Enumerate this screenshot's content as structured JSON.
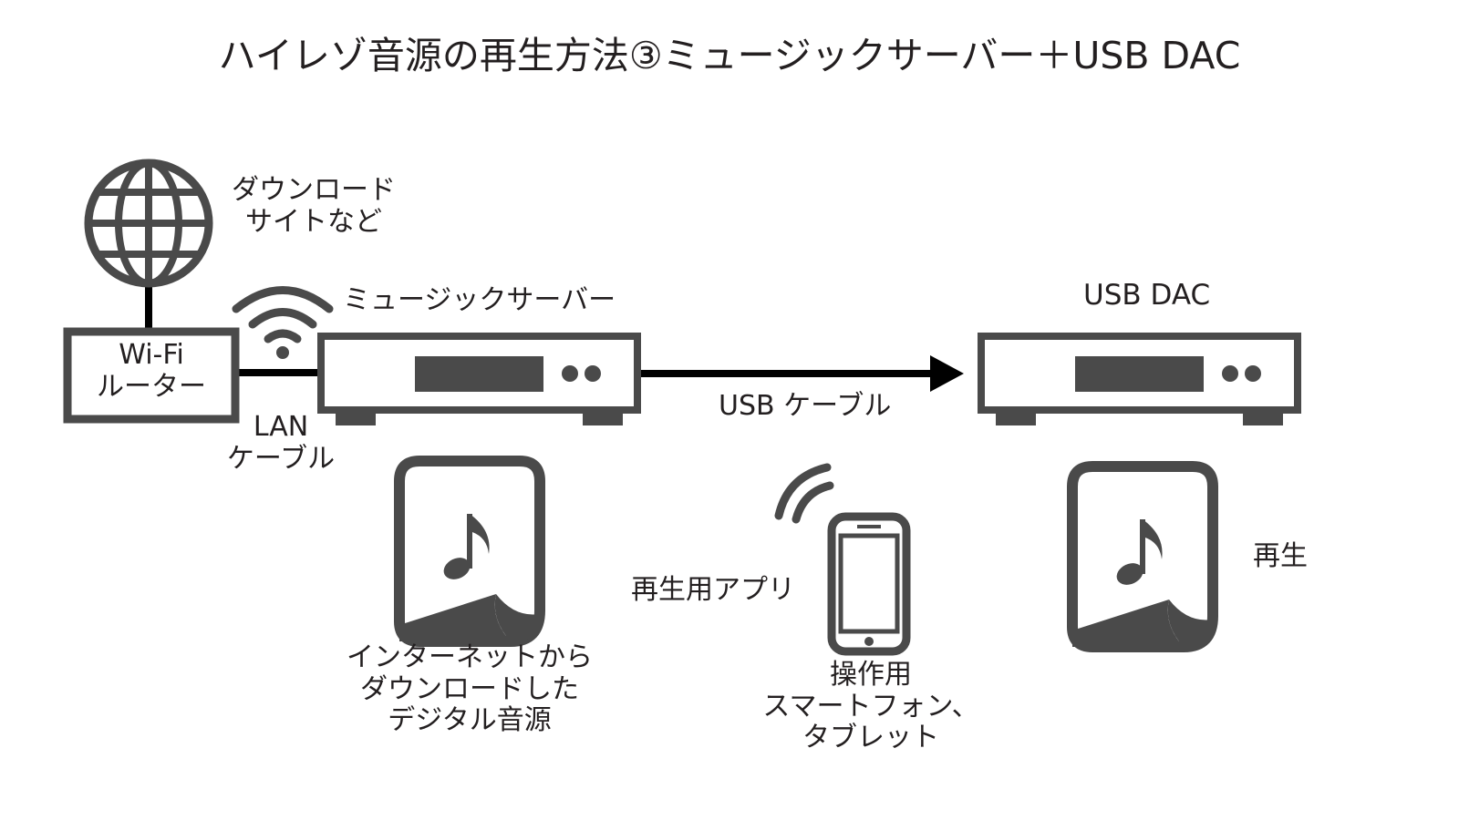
{
  "title": "ハイレゾ音源の再生方法③ミュージックサーバー＋USB DAC",
  "colors": {
    "ink": "#4a4a4a",
    "line": "#000000",
    "background": "#ffffff",
    "text": "#231f20"
  },
  "labels": {
    "download_site": "ダウンロード\nサイトなど",
    "router": "Wi-Fi\nルーター",
    "music_server": "ミュージックサーバー",
    "usb_dac": "USB DAC",
    "lan_cable": "LAN\nケーブル",
    "usb_cable": "USB ケーブル",
    "downloaded_source": "インターネットから\nダウンロードした\nデジタル音源",
    "playback_app": "再生用アプリ",
    "controller": "操作用\nスマートフォン、\nタブレット",
    "playback": "再生"
  },
  "icons": {
    "globe": "globe-icon",
    "wifi": "wifi-icon",
    "router": "router-icon",
    "music_server": "music-server-icon",
    "usb_dac": "usb-dac-icon",
    "music_file_download": "music-file-icon",
    "music_file_playback": "music-file-icon",
    "smartphone": "smartphone-icon",
    "signal": "wireless-signal-icon",
    "arrow": "arrow-right-icon"
  }
}
